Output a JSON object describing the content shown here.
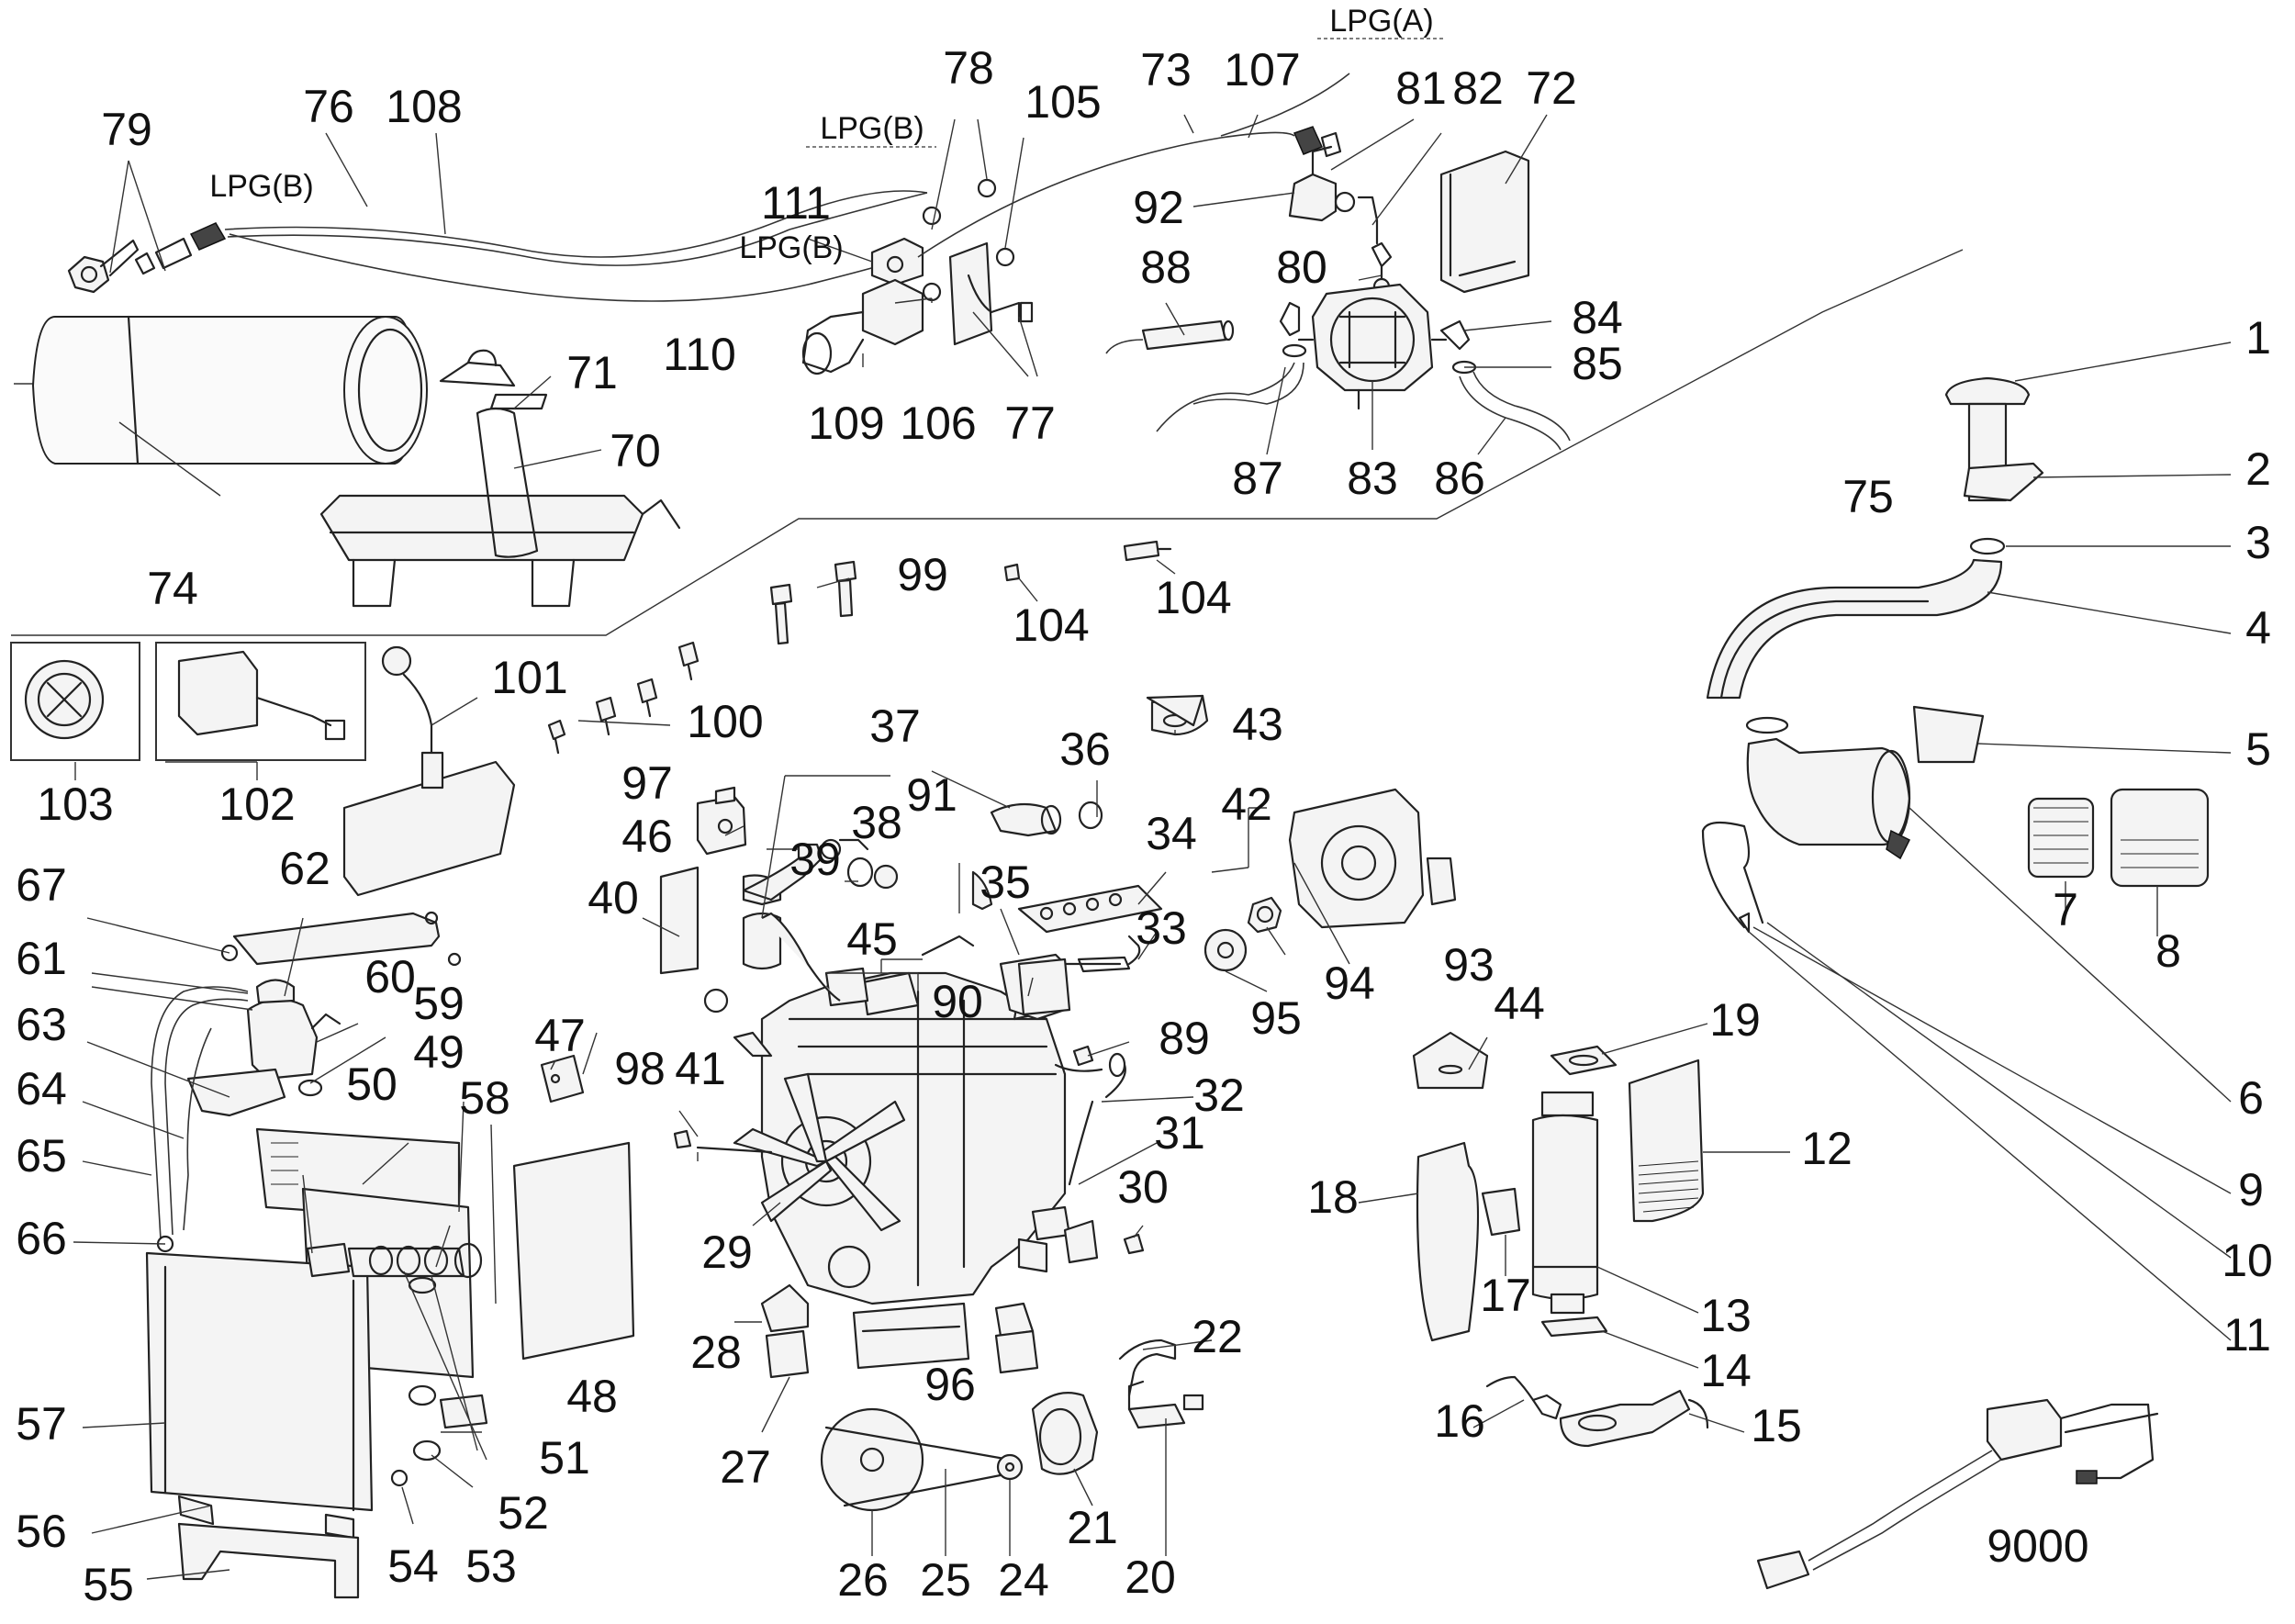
{
  "diagram": {
    "callouts": [
      {
        "id": "c1",
        "text": "1"
      },
      {
        "id": "c2",
        "text": "2"
      },
      {
        "id": "c3",
        "text": "3"
      },
      {
        "id": "c4",
        "text": "4"
      },
      {
        "id": "c5",
        "text": "5"
      },
      {
        "id": "c6",
        "text": "6"
      },
      {
        "id": "c7",
        "text": "7"
      },
      {
        "id": "c8",
        "text": "8"
      },
      {
        "id": "c9",
        "text": "9"
      },
      {
        "id": "c10",
        "text": "10"
      },
      {
        "id": "c11",
        "text": "11"
      },
      {
        "id": "c12",
        "text": "12"
      },
      {
        "id": "c13",
        "text": "13"
      },
      {
        "id": "c14",
        "text": "14"
      },
      {
        "id": "c15",
        "text": "15"
      },
      {
        "id": "c16",
        "text": "16"
      },
      {
        "id": "c17",
        "text": "17"
      },
      {
        "id": "c18",
        "text": "18"
      },
      {
        "id": "c19",
        "text": "19"
      },
      {
        "id": "c20",
        "text": "20"
      },
      {
        "id": "c21",
        "text": "21"
      },
      {
        "id": "c22",
        "text": "22"
      },
      {
        "id": "c24",
        "text": "24"
      },
      {
        "id": "c25",
        "text": "25"
      },
      {
        "id": "c26",
        "text": "26"
      },
      {
        "id": "c27",
        "text": "27"
      },
      {
        "id": "c28",
        "text": "28"
      },
      {
        "id": "c29",
        "text": "29"
      },
      {
        "id": "c30",
        "text": "30"
      },
      {
        "id": "c31",
        "text": "31"
      },
      {
        "id": "c32",
        "text": "32"
      },
      {
        "id": "c33",
        "text": "33"
      },
      {
        "id": "c34",
        "text": "34"
      },
      {
        "id": "c35",
        "text": "35"
      },
      {
        "id": "c36",
        "text": "36"
      },
      {
        "id": "c37",
        "text": "37"
      },
      {
        "id": "c38",
        "text": "38"
      },
      {
        "id": "c39",
        "text": "39"
      },
      {
        "id": "c40",
        "text": "40"
      },
      {
        "id": "c41",
        "text": "41"
      },
      {
        "id": "c42",
        "text": "42"
      },
      {
        "id": "c43",
        "text": "43"
      },
      {
        "id": "c44",
        "text": "44"
      },
      {
        "id": "c45",
        "text": "45"
      },
      {
        "id": "c46",
        "text": "46"
      },
      {
        "id": "c47",
        "text": "47"
      },
      {
        "id": "c48",
        "text": "48"
      },
      {
        "id": "c49",
        "text": "49"
      },
      {
        "id": "c50",
        "text": "50"
      },
      {
        "id": "c51",
        "text": "51"
      },
      {
        "id": "c52",
        "text": "52"
      },
      {
        "id": "c53",
        "text": "53"
      },
      {
        "id": "c54",
        "text": "54"
      },
      {
        "id": "c55",
        "text": "55"
      },
      {
        "id": "c56",
        "text": "56"
      },
      {
        "id": "c57",
        "text": "57"
      },
      {
        "id": "c58",
        "text": "58"
      },
      {
        "id": "c59",
        "text": "59"
      },
      {
        "id": "c60",
        "text": "60"
      },
      {
        "id": "c61",
        "text": "61"
      },
      {
        "id": "c62",
        "text": "62"
      },
      {
        "id": "c63",
        "text": "63"
      },
      {
        "id": "c64",
        "text": "64"
      },
      {
        "id": "c65",
        "text": "65"
      },
      {
        "id": "c66",
        "text": "66"
      },
      {
        "id": "c67",
        "text": "67"
      },
      {
        "id": "c70",
        "text": "70"
      },
      {
        "id": "c71",
        "text": "71"
      },
      {
        "id": "c72",
        "text": "72"
      },
      {
        "id": "c73",
        "text": "73"
      },
      {
        "id": "c74",
        "text": "74"
      },
      {
        "id": "c75",
        "text": "75"
      },
      {
        "id": "c76",
        "text": "76"
      },
      {
        "id": "c77",
        "text": "77"
      },
      {
        "id": "c78",
        "text": "78"
      },
      {
        "id": "c79",
        "text": "79"
      },
      {
        "id": "c80",
        "text": "80"
      },
      {
        "id": "c81",
        "text": "81"
      },
      {
        "id": "c82",
        "text": "82"
      },
      {
        "id": "c83",
        "text": "83"
      },
      {
        "id": "c84",
        "text": "84"
      },
      {
        "id": "c85",
        "text": "85"
      },
      {
        "id": "c86",
        "text": "86"
      },
      {
        "id": "c87",
        "text": "87"
      },
      {
        "id": "c88",
        "text": "88"
      },
      {
        "id": "c89",
        "text": "89"
      },
      {
        "id": "c90",
        "text": "90"
      },
      {
        "id": "c91",
        "text": "91"
      },
      {
        "id": "c92",
        "text": "92"
      },
      {
        "id": "c93",
        "text": "93"
      },
      {
        "id": "c94",
        "text": "94"
      },
      {
        "id": "c95",
        "text": "95"
      },
      {
        "id": "c96",
        "text": "96"
      },
      {
        "id": "c97",
        "text": "97"
      },
      {
        "id": "c98",
        "text": "98"
      },
      {
        "id": "c99",
        "text": "99"
      },
      {
        "id": "c100",
        "text": "100"
      },
      {
        "id": "c101",
        "text": "101"
      },
      {
        "id": "c102",
        "text": "102"
      },
      {
        "id": "c103",
        "text": "103"
      },
      {
        "id": "c104a",
        "text": "104"
      },
      {
        "id": "c104b",
        "text": "104"
      },
      {
        "id": "c105",
        "text": "105"
      },
      {
        "id": "c106",
        "text": "106"
      },
      {
        "id": "c107",
        "text": "107"
      },
      {
        "id": "c108",
        "text": "108"
      },
      {
        "id": "c109",
        "text": "109"
      },
      {
        "id": "c110",
        "text": "110"
      },
      {
        "id": "c111",
        "text": "111"
      },
      {
        "id": "c9000",
        "text": "9000"
      }
    ],
    "lpg_labels": [
      {
        "id": "lpgA",
        "text": "LPG(A)"
      },
      {
        "id": "lpgB1",
        "text": "LPG(B)"
      },
      {
        "id": "lpgB2",
        "text": "LPG(B)"
      },
      {
        "id": "lpgB3",
        "text": "LPG(B)"
      }
    ]
  }
}
